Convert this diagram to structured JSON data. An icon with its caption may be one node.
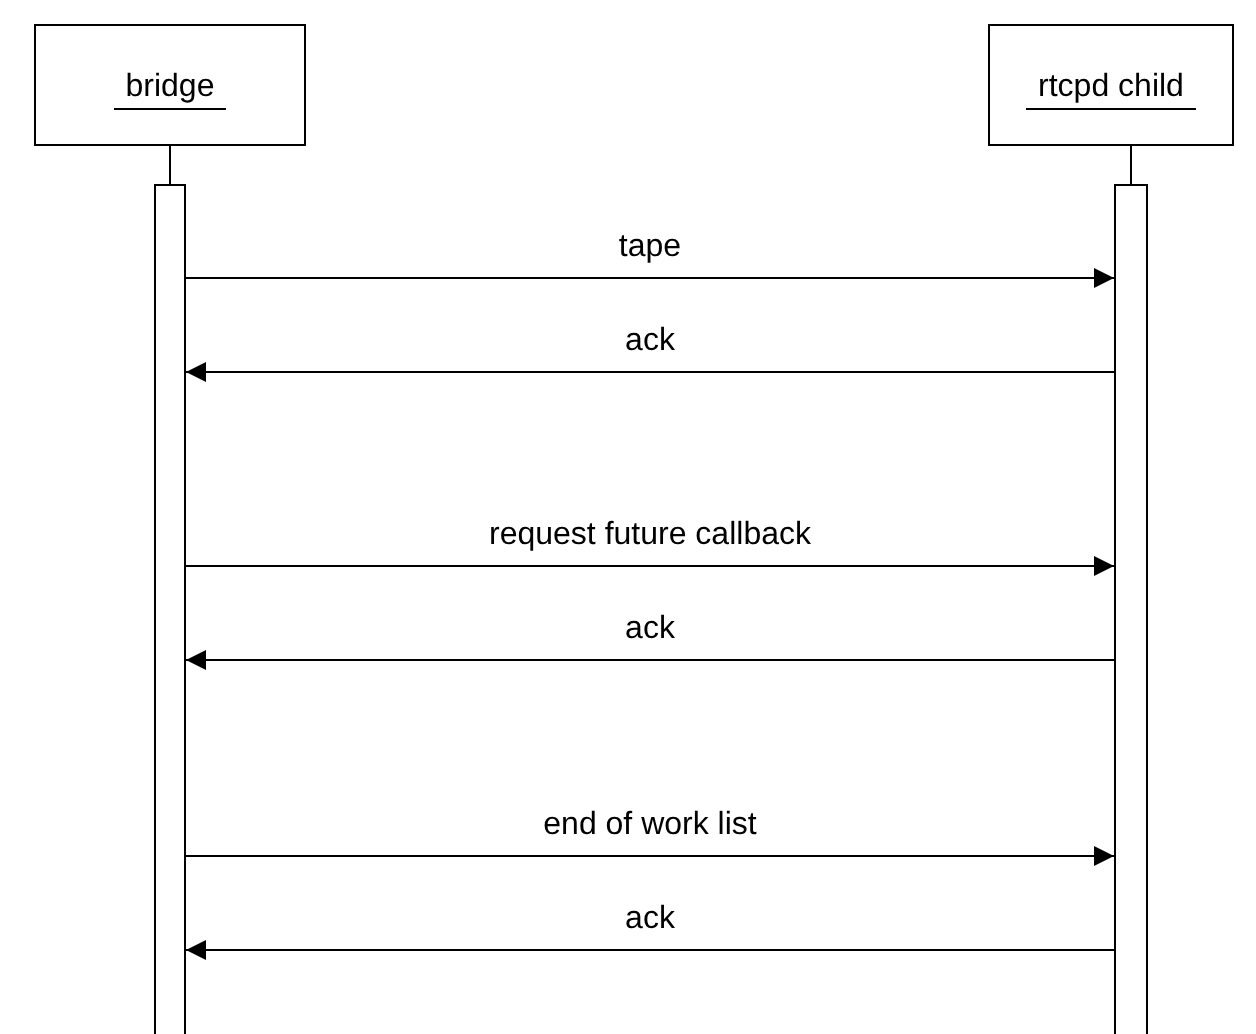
{
  "diagram": {
    "nodes": [
      {
        "text": [
          "bridge"
        ]
      },
      {
        "text": [
          "rtcpd child"
        ]
      },
      {
        "text": [],
        "shape": "bar"
      },
      {
        "text": [],
        "shape": "bar"
      }
    ],
    "edges": [
      {
        "from": 0,
        "to": 2,
        "arrow": "none"
      },
      {
        "from": 1,
        "to": 3,
        "arrow": "none"
      },
      {
        "from": 2,
        "to": 3,
        "arrow": "to",
        "label": "tape"
      },
      {
        "from": 3,
        "to": 2,
        "arrow": "to",
        "label": "ack"
      },
      {
        "from": 2,
        "to": 3,
        "arrow": "to",
        "label": "request future callback"
      },
      {
        "from": 3,
        "to": 2,
        "arrow": "to",
        "label": "ack"
      },
      {
        "from": 2,
        "to": 3,
        "arrow": "to",
        "label": "end of work list"
      },
      {
        "from": 3,
        "to": 2,
        "arrow": "to",
        "label": "ack"
      }
    ]
  }
}
